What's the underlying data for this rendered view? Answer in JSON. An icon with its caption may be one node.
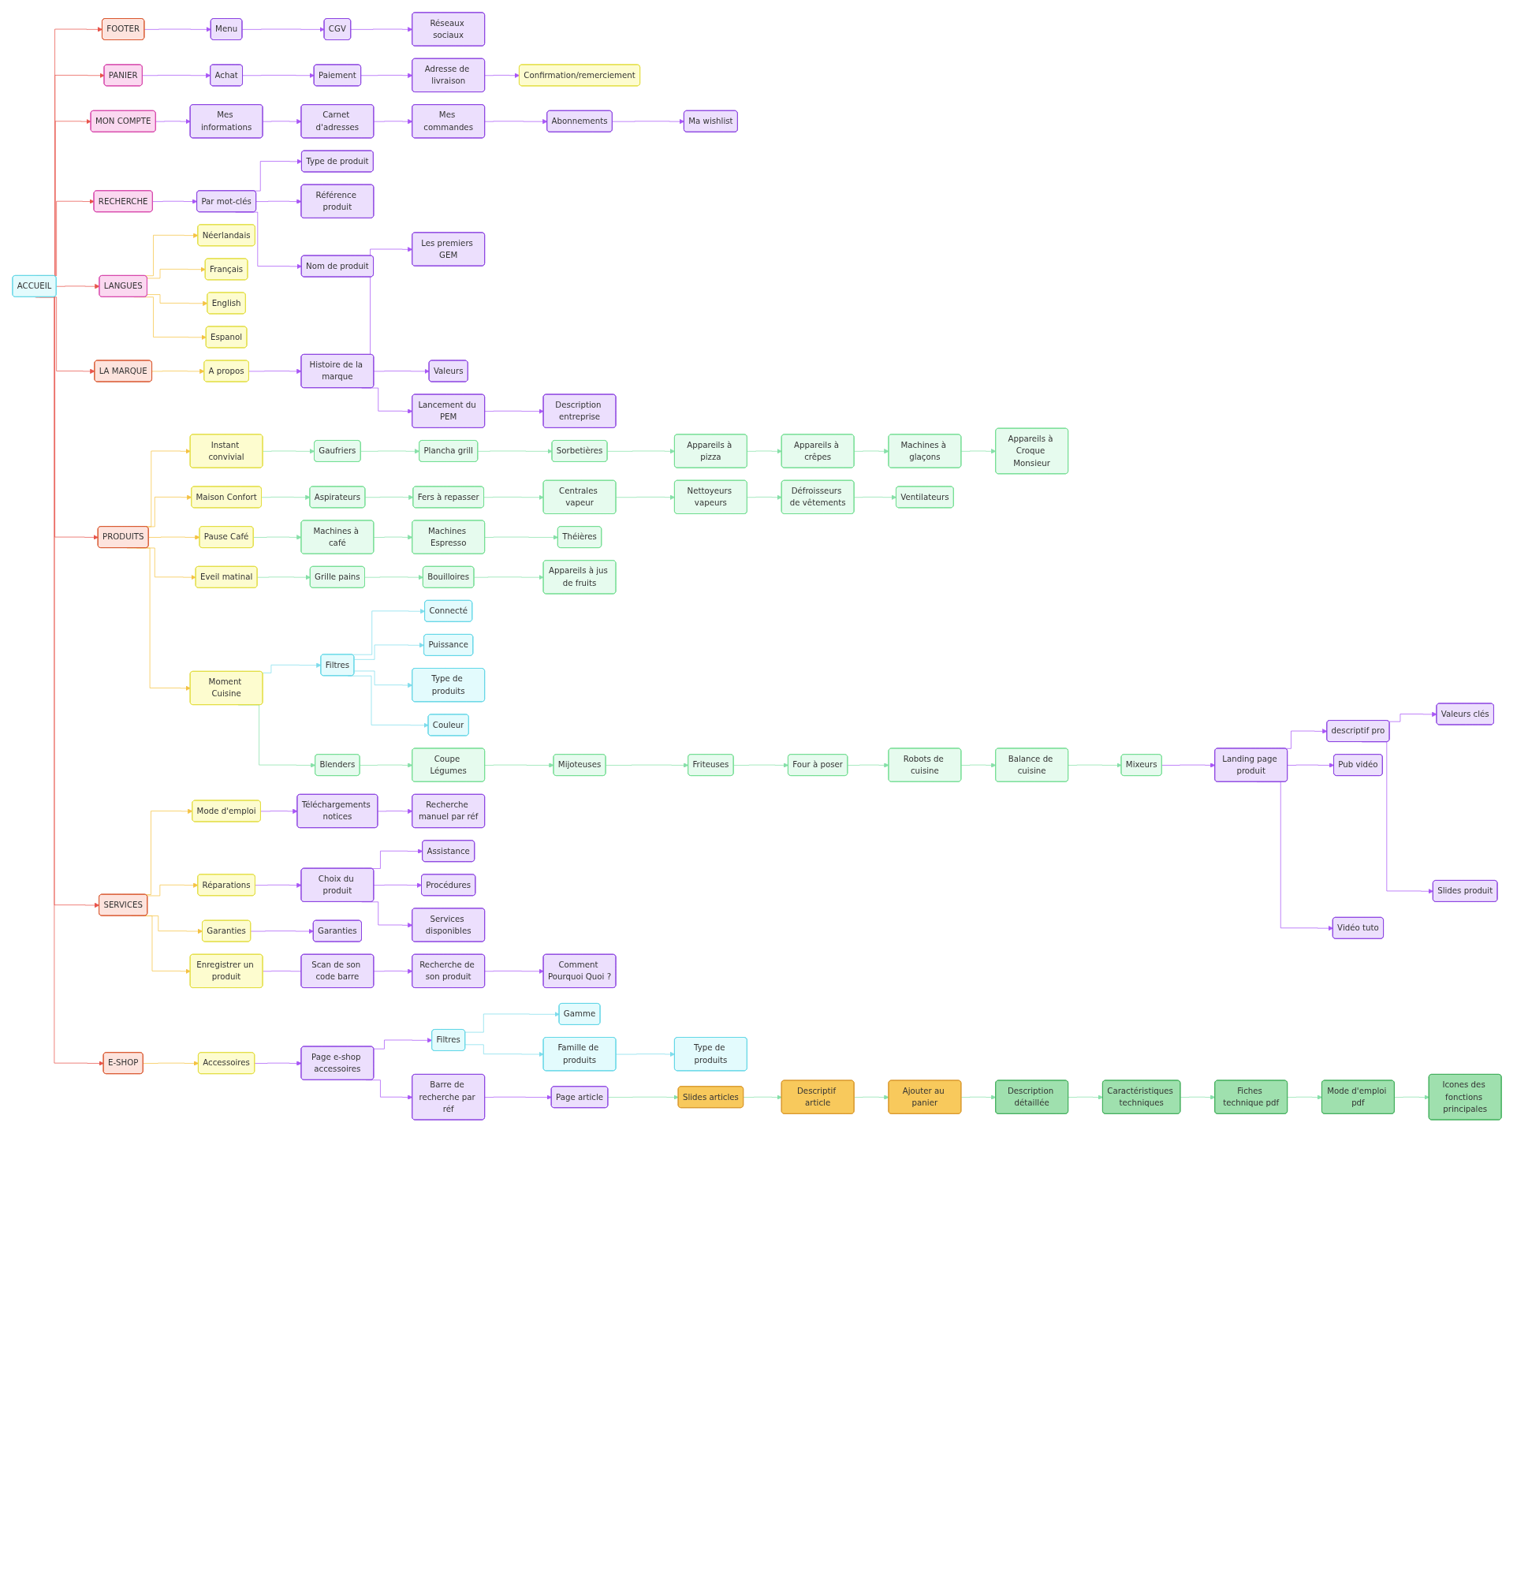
{
  "diagram": {
    "nodes": [
      {
        "text": [
          "ACCUEIL"
        ]
      },
      {
        "text": [
          "FOOTER"
        ]
      },
      {
        "text": [
          "Menu"
        ]
      },
      {
        "text": [
          "CGV"
        ]
      },
      {
        "text": [
          "Réseaux sociaux"
        ]
      },
      {
        "text": [
          "PANIER"
        ]
      },
      {
        "text": [
          "Achat"
        ]
      },
      {
        "text": [
          "Paiement"
        ]
      },
      {
        "text": [
          "Adresse de livraison"
        ]
      },
      {
        "text": [
          "Confirmation/remerciement"
        ]
      },
      {
        "text": [
          "MON COMPTE"
        ]
      },
      {
        "text": [
          "Mes informations"
        ]
      },
      {
        "text": [
          "Carnet d'adresses"
        ]
      },
      {
        "text": [
          "Mes commandes"
        ]
      },
      {
        "text": [
          "Abonnements"
        ]
      },
      {
        "text": [
          "Ma wishlist"
        ]
      },
      {
        "text": [
          "RECHERCHE"
        ]
      },
      {
        "text": [
          "Par mot-clés"
        ]
      },
      {
        "text": [
          "Type de produit"
        ]
      },
      {
        "text": [
          "Référence produit"
        ]
      },
      {
        "text": [
          "Nom de produit"
        ]
      },
      {
        "text": [
          "LANGUES"
        ]
      },
      {
        "text": [
          "Néerlandais"
        ]
      },
      {
        "text": [
          "Français"
        ]
      },
      {
        "text": [
          "English"
        ]
      },
      {
        "text": [
          "Espanol"
        ]
      },
      {
        "text": [
          "LA MARQUE"
        ]
      },
      {
        "text": [
          "A propos"
        ]
      },
      {
        "text": [
          "Histoire de la marque"
        ]
      },
      {
        "text": [
          "Les premiers GEM"
        ]
      },
      {
        "text": [
          "Valeurs"
        ]
      },
      {
        "text": [
          "Lancement du PEM"
        ]
      },
      {
        "text": [
          "Description entreprise"
        ]
      },
      {
        "text": [
          "PRODUITS"
        ]
      },
      {
        "text": [
          "SERVICES"
        ]
      },
      {
        "text": [
          "Mode d'emploi"
        ]
      },
      {
        "text": [
          "Réparations"
        ]
      },
      {
        "text": [
          "Garanties"
        ]
      },
      {
        "text": [
          "Enregistrer un produit"
        ]
      },
      {
        "text": [
          "Téléchargements notices"
        ]
      },
      {
        "text": [
          "Recherche manuel par réf"
        ]
      },
      {
        "text": [
          "Garanties"
        ]
      },
      {
        "text": [
          "Scan de son code barre"
        ]
      },
      {
        "text": [
          "Recherche de son produit"
        ]
      },
      {
        "text": [
          "Comment Pourquoi Quoi ?"
        ]
      },
      {
        "text": [
          "Choix du produit"
        ]
      },
      {
        "text": [
          "Assistance"
        ]
      },
      {
        "text": [
          "Services disponibles"
        ]
      },
      {
        "text": [
          "Procédures"
        ]
      },
      {
        "text": [
          "E-SHOP"
        ]
      },
      {
        "text": [
          "Accessoires"
        ]
      },
      {
        "text": [
          "Page e-shop accessoires"
        ]
      },
      {
        "text": [
          "Filtres"
        ]
      },
      {
        "text": [
          "Gamme"
        ]
      },
      {
        "text": [
          "Famille de produits"
        ]
      },
      {
        "text": [
          "Type de produits"
        ]
      },
      {
        "text": [
          "Barre de recherche par réf"
        ]
      },
      {
        "text": [
          "Page article"
        ]
      },
      {
        "text": [
          "Slides articles"
        ]
      },
      {
        "text": [
          "Descriptif article"
        ]
      },
      {
        "text": [
          "Ajouter au panier"
        ]
      },
      {
        "text": [
          "Description détaillée"
        ]
      },
      {
        "text": [
          "Caractéristiques techniques"
        ]
      },
      {
        "text": [
          "Fiches technique pdf"
        ]
      },
      {
        "text": [
          "Mode d'emploi pdf"
        ]
      },
      {
        "text": [
          "Icones des fonctions principales"
        ]
      },
      {
        "text": [
          "Instant convivial"
        ]
      },
      {
        "text": [
          "Maison Confort"
        ]
      },
      {
        "text": [
          "Pause Café"
        ]
      },
      {
        "text": [
          "Eveil matinal"
        ]
      },
      {
        "text": [
          "Moment Cuisine"
        ]
      },
      {
        "text": [
          "Gaufriers"
        ]
      },
      {
        "text": [
          "Plancha grill"
        ]
      },
      {
        "text": [
          "Sorbetières"
        ]
      },
      {
        "text": [
          "Appareils à pizza"
        ]
      },
      {
        "text": [
          "Appareils à crêpes"
        ]
      },
      {
        "text": [
          "Machines à glaçons"
        ]
      },
      {
        "text": [
          "Appareils à Croque Monsieur"
        ]
      },
      {
        "text": [
          "Aspirateurs"
        ]
      },
      {
        "text": [
          "Fers à repasser"
        ]
      },
      {
        "text": [
          "Centrales vapeur"
        ]
      },
      {
        "text": [
          "Nettoyeurs vapeurs"
        ]
      },
      {
        "text": [
          "Défroisseurs de vêtements"
        ]
      },
      {
        "text": [
          "Ventilateurs"
        ]
      },
      {
        "text": [
          "Machines à café"
        ]
      },
      {
        "text": [
          "Machines Espresso"
        ]
      },
      {
        "text": [
          "Théières"
        ]
      },
      {
        "text": [
          "Grille pains"
        ]
      },
      {
        "text": [
          "Bouilloires"
        ]
      },
      {
        "text": [
          "Appareils à jus de fruits"
        ]
      },
      {
        "text": [
          "Filtres"
        ]
      },
      {
        "text": [
          "Connecté"
        ]
      },
      {
        "text": [
          "Puissance"
        ]
      },
      {
        "text": [
          "Type de produits"
        ]
      },
      {
        "text": [
          "Couleur"
        ]
      },
      {
        "text": [
          "Blenders"
        ]
      },
      {
        "text": [
          "Coupe Légumes"
        ]
      },
      {
        "text": [
          "Mijoteuses"
        ]
      },
      {
        "text": [
          "Friteuses"
        ]
      },
      {
        "text": [
          "Four à poser"
        ]
      },
      {
        "text": [
          "Robots de cuisine"
        ]
      },
      {
        "text": [
          "Balance de cuisine"
        ]
      },
      {
        "text": [
          "Mixeurs"
        ]
      },
      {
        "text": [
          "Landing page produit"
        ]
      },
      {
        "text": [
          "descriptif pro"
        ]
      },
      {
        "text": [
          "Valeurs clés"
        ]
      },
      {
        "text": [
          "Slides produit"
        ]
      },
      {
        "text": [
          "Pub vidéo"
        ]
      },
      {
        "text": [
          "Vidéo tuto"
        ]
      }
    ],
    "edges": [
      {
        "from": 0,
        "to": 1,
        "arrow": "to",
        "color": "#e8534a"
      },
      {
        "from": 0,
        "to": 5,
        "arrow": "to",
        "color": "#e8534a"
      },
      {
        "from": 0,
        "to": 10,
        "arrow": "to",
        "color": "#e8534a"
      },
      {
        "from": 0,
        "to": 16,
        "arrow": "to",
        "color": "#e8534a"
      },
      {
        "from": 0,
        "to": 21,
        "arrow": "to",
        "color": "#e8534a"
      },
      {
        "from": 0,
        "to": 26,
        "arrow": "to",
        "color": "#e8534a"
      },
      {
        "from": 0,
        "to": 33,
        "arrow": "to",
        "color": "#e8534a"
      },
      {
        "from": 0,
        "to": 34,
        "arrow": "to",
        "color": "#e8534a"
      },
      {
        "from": 0,
        "to": 49,
        "arrow": "to",
        "color": "#e8534a"
      },
      {
        "from": 1,
        "to": 2,
        "arrow": "to"
      },
      {
        "from": 2,
        "to": 3,
        "arrow": "to"
      },
      {
        "from": 3,
        "to": 4,
        "arrow": "to"
      },
      {
        "from": 5,
        "to": 6,
        "arrow": "to"
      },
      {
        "from": 6,
        "to": 7,
        "arrow": "to"
      },
      {
        "from": 7,
        "to": 8,
        "arrow": "to"
      },
      {
        "from": 8,
        "to": 9,
        "arrow": "to"
      },
      {
        "from": 10,
        "to": 11,
        "arrow": "to"
      },
      {
        "from": 11,
        "to": 12,
        "arrow": "to"
      },
      {
        "from": 12,
        "to": 13,
        "arrow": "to"
      },
      {
        "from": 13,
        "to": 14,
        "arrow": "to"
      },
      {
        "from": 14,
        "to": 15,
        "arrow": "to"
      },
      {
        "from": 16,
        "to": 17,
        "arrow": "to"
      },
      {
        "from": 17,
        "to": 18,
        "arrow": "to"
      },
      {
        "from": 17,
        "to": 19,
        "arrow": "to"
      },
      {
        "from": 17,
        "to": 20,
        "arrow": "to"
      },
      {
        "from": 21,
        "to": 22,
        "arrow": "to",
        "color": "#f5c242"
      },
      {
        "from": 21,
        "to": 23,
        "arrow": "to",
        "color": "#f5c242"
      },
      {
        "from": 21,
        "to": 24,
        "arrow": "to",
        "color": "#f5c242"
      },
      {
        "from": 21,
        "to": 25,
        "arrow": "to",
        "color": "#f5c242"
      },
      {
        "from": 26,
        "to": 27,
        "arrow": "to",
        "color": "#f5c242"
      },
      {
        "from": 27,
        "to": 28,
        "arrow": "to"
      },
      {
        "from": 28,
        "to": 29,
        "arrow": "to"
      },
      {
        "from": 28,
        "to": 30,
        "arrow": "to"
      },
      {
        "from": 28,
        "to": 31,
        "arrow": "to"
      },
      {
        "from": 31,
        "to": 32,
        "arrow": "to"
      },
      {
        "from": 33,
        "to": 66,
        "arrow": "to",
        "color": "#f5c242"
      },
      {
        "from": 33,
        "to": 67,
        "arrow": "to",
        "color": "#f5c242"
      },
      {
        "from": 33,
        "to": 68,
        "arrow": "to",
        "color": "#f5c242"
      },
      {
        "from": 33,
        "to": 69,
        "arrow": "to",
        "color": "#f5c242"
      },
      {
        "from": 33,
        "to": 70,
        "arrow": "to",
        "color": "#f5c242"
      },
      {
        "from": 34,
        "to": 35,
        "arrow": "to",
        "color": "#f5c242"
      },
      {
        "from": 34,
        "to": 36,
        "arrow": "to",
        "color": "#f5c242"
      },
      {
        "from": 34,
        "to": 37,
        "arrow": "to",
        "color": "#f5c242"
      },
      {
        "from": 34,
        "to": 38,
        "arrow": "to",
        "color": "#f5c242"
      },
      {
        "from": 35,
        "to": 39,
        "arrow": "to"
      },
      {
        "from": 39,
        "to": 40,
        "arrow": "to"
      },
      {
        "from": 36,
        "to": 45,
        "arrow": "to"
      },
      {
        "from": 37,
        "to": 41,
        "arrow": "to"
      },
      {
        "from": 38,
        "to": 42,
        "arrow": "none"
      },
      {
        "from": 42,
        "to": 43,
        "arrow": "to"
      },
      {
        "from": 43,
        "to": 44,
        "arrow": "to"
      },
      {
        "from": 45,
        "to": 46,
        "arrow": "to"
      },
      {
        "from": 45,
        "to": 48,
        "arrow": "to"
      },
      {
        "from": 45,
        "to": 47,
        "arrow": "to"
      },
      {
        "from": 49,
        "to": 50,
        "arrow": "to",
        "color": "#f5c242"
      },
      {
        "from": 50,
        "to": 51,
        "arrow": "to"
      },
      {
        "from": 51,
        "to": 52,
        "arrow": "to"
      },
      {
        "from": 52,
        "to": 53,
        "arrow": "to",
        "color": "#7fdcec"
      },
      {
        "from": 52,
        "to": 54,
        "arrow": "to",
        "color": "#7fdcec"
      },
      {
        "from": 54,
        "to": 55,
        "arrow": "to",
        "color": "#7fdcec"
      },
      {
        "from": 51,
        "to": 56,
        "arrow": "to"
      },
      {
        "from": 56,
        "to": 57,
        "arrow": "to"
      },
      {
        "from": 57,
        "to": 58,
        "arrow": "to",
        "color": "#86e0a8"
      },
      {
        "from": 58,
        "to": 59,
        "arrow": "to",
        "color": "#86e0a8"
      },
      {
        "from": 59,
        "to": 60,
        "arrow": "to",
        "color": "#86e0a8"
      },
      {
        "from": 60,
        "to": 61,
        "arrow": "to",
        "color": "#86e0a8"
      },
      {
        "from": 61,
        "to": 62,
        "arrow": "to",
        "color": "#86e0a8"
      },
      {
        "from": 62,
        "to": 63,
        "arrow": "to",
        "color": "#86e0a8"
      },
      {
        "from": 63,
        "to": 64,
        "arrow": "to",
        "color": "#86e0a8"
      },
      {
        "from": 64,
        "to": 65,
        "arrow": "to",
        "color": "#86e0a8"
      },
      {
        "from": 66,
        "to": 71,
        "arrow": "to",
        "color": "#86e0a8"
      },
      {
        "from": 71,
        "to": 72,
        "arrow": "to",
        "color": "#86e0a8"
      },
      {
        "from": 72,
        "to": 73,
        "arrow": "to",
        "color": "#86e0a8"
      },
      {
        "from": 73,
        "to": 74,
        "arrow": "to",
        "color": "#86e0a8"
      },
      {
        "from": 74,
        "to": 75,
        "arrow": "to",
        "color": "#86e0a8"
      },
      {
        "from": 75,
        "to": 76,
        "arrow": "to",
        "color": "#86e0a8"
      },
      {
        "from": 76,
        "to": 77,
        "arrow": "to",
        "color": "#86e0a8"
      },
      {
        "from": 67,
        "to": 78,
        "arrow": "to",
        "color": "#86e0a8"
      },
      {
        "from": 78,
        "to": 79,
        "arrow": "to",
        "color": "#86e0a8"
      },
      {
        "from": 79,
        "to": 80,
        "arrow": "to",
        "color": "#86e0a8"
      },
      {
        "from": 80,
        "to": 81,
        "arrow": "to",
        "color": "#86e0a8"
      },
      {
        "from": 81,
        "to": 82,
        "arrow": "to",
        "color": "#86e0a8"
      },
      {
        "from": 82,
        "to": 83,
        "arrow": "to",
        "color": "#86e0a8"
      },
      {
        "from": 68,
        "to": 84,
        "arrow": "to",
        "color": "#86e0a8"
      },
      {
        "from": 84,
        "to": 85,
        "arrow": "to",
        "color": "#86e0a8"
      },
      {
        "from": 85,
        "to": 86,
        "arrow": "to",
        "color": "#86e0a8"
      },
      {
        "from": 69,
        "to": 87,
        "arrow": "to",
        "color": "#86e0a8"
      },
      {
        "from": 87,
        "to": 88,
        "arrow": "to",
        "color": "#86e0a8"
      },
      {
        "from": 88,
        "to": 89,
        "arrow": "to",
        "color": "#86e0a8"
      },
      {
        "from": 70,
        "to": 90,
        "arrow": "to",
        "color": "#7fdcec"
      },
      {
        "from": 90,
        "to": 91,
        "arrow": "to",
        "color": "#7fdcec"
      },
      {
        "from": 90,
        "to": 92,
        "arrow": "to",
        "color": "#7fdcec"
      },
      {
        "from": 90,
        "to": 93,
        "arrow": "to",
        "color": "#7fdcec"
      },
      {
        "from": 90,
        "to": 94,
        "arrow": "to",
        "color": "#7fdcec"
      },
      {
        "from": 70,
        "to": 95,
        "arrow": "to",
        "color": "#86e0a8"
      },
      {
        "from": 95,
        "to": 96,
        "arrow": "to",
        "color": "#86e0a8"
      },
      {
        "from": 96,
        "to": 97,
        "arrow": "to",
        "color": "#86e0a8"
      },
      {
        "from": 97,
        "to": 98,
        "arrow": "to",
        "color": "#86e0a8"
      },
      {
        "from": 98,
        "to": 99,
        "arrow": "to",
        "color": "#86e0a8"
      },
      {
        "from": 99,
        "to": 100,
        "arrow": "to",
        "color": "#86e0a8"
      },
      {
        "from": 100,
        "to": 101,
        "arrow": "to",
        "color": "#86e0a8"
      },
      {
        "from": 101,
        "to": 102,
        "arrow": "to",
        "color": "#86e0a8"
      },
      {
        "from": 102,
        "to": 103,
        "arrow": "to"
      },
      {
        "from": 103,
        "to": 104,
        "arrow": "to"
      },
      {
        "from": 104,
        "to": 105,
        "arrow": "to"
      },
      {
        "from": 104,
        "to": 106,
        "arrow": "to"
      },
      {
        "from": 103,
        "to": 107,
        "arrow": "to"
      },
      {
        "from": 103,
        "to": 108,
        "arrow": "to"
      }
    ]
  }
}
